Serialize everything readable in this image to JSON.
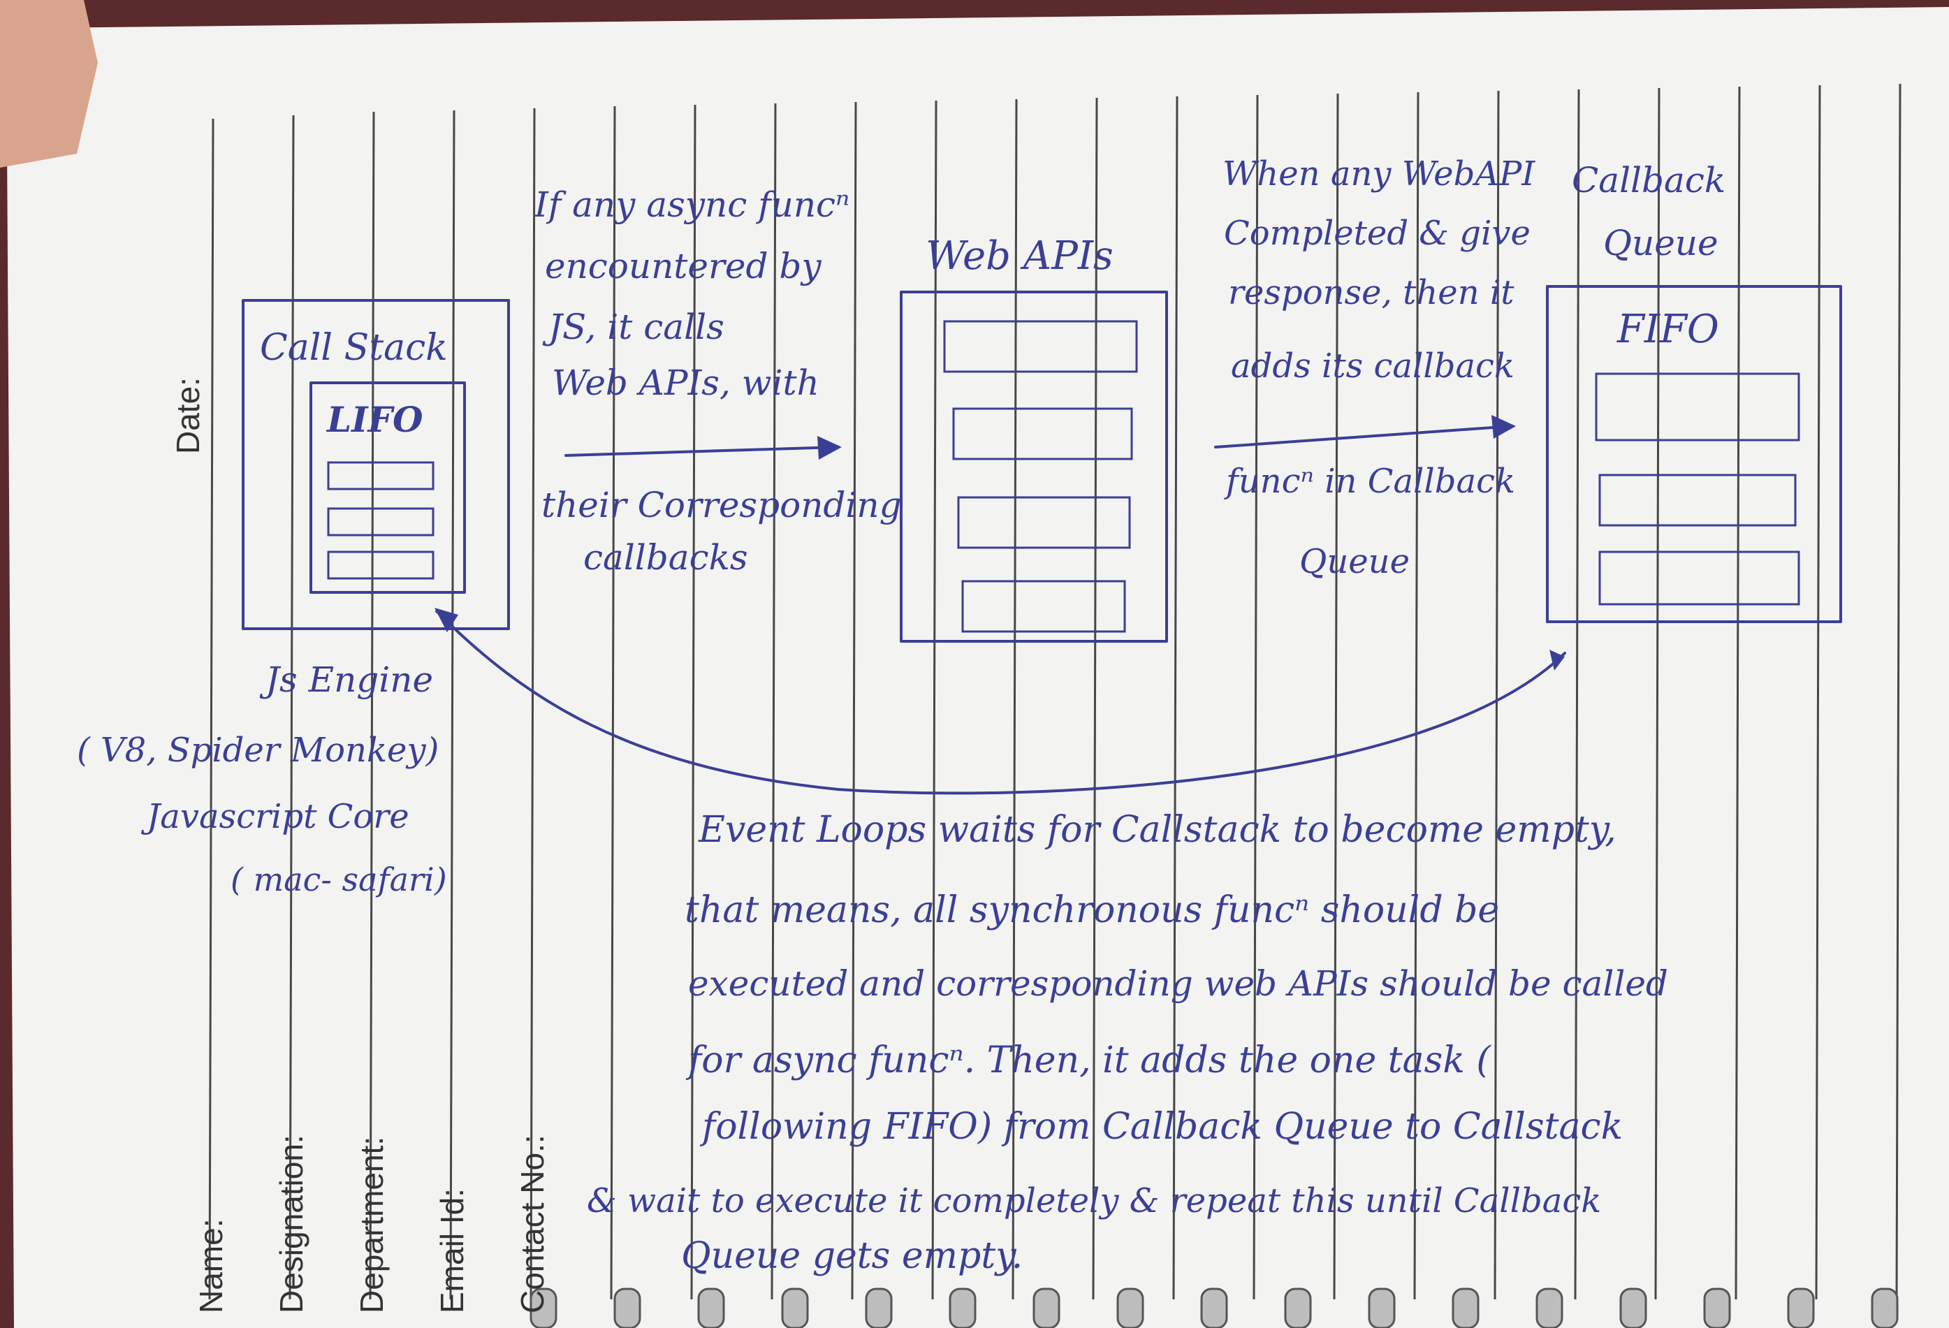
{
  "image": {
    "description_kind": "photo of handwritten notebook page",
    "colors": {
      "ink": "#3a3f96",
      "paper": "#f4f4f2",
      "background": "#5a2a2c",
      "rule_lines": "#2a2a2a"
    }
  },
  "form_labels": {
    "date": "Date:",
    "name": "Name:",
    "designation": "Designation:",
    "department": "Department:",
    "email": "Email Id:",
    "contact": "Contact No.:"
  },
  "call_stack": {
    "title": "Call Stack",
    "order": "LIFO",
    "engine_title": "Js Engine",
    "engine_line1": "( V8, Spider Monkey)",
    "engine_line2": "Javascript Core",
    "engine_line3": "( mac- safari)"
  },
  "note_left": {
    "line1": "If any async funcⁿ",
    "line2": "encountered by",
    "line3": "JS, it calls",
    "line4": "Web APIs, with",
    "line5": "their Corresponding",
    "line6": "callbacks"
  },
  "web_apis": {
    "title": "Web APIs"
  },
  "note_right": {
    "line1": "When any WebAPI",
    "line2": "Completed & give",
    "line3": "response, then it",
    "line4": "adds its callback",
    "line5": "funcⁿ in Callback",
    "line6": "Queue"
  },
  "callback_queue": {
    "title1": "Callback",
    "title2": "Queue",
    "order": "FIFO"
  },
  "event_loop_note": {
    "line1": "Event Loops waits for Callstack to become empty,",
    "line2": "that means, all synchronous funcⁿ should be",
    "line3": "executed and corresponding web APIs should be called",
    "line4": "for async funcⁿ. Then, it adds the one task (",
    "line5": "following FIFO) from Callback Queue to Callstack",
    "line6": "& wait to execute it completely & repeat this until Callback",
    "line7": "Queue gets empty."
  }
}
